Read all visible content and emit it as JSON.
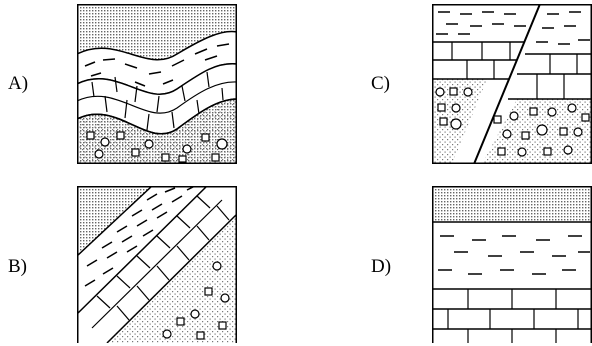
{
  "options": [
    {
      "letter": "A)",
      "description_icon": "folded-strata-syncline"
    },
    {
      "letter": "B)",
      "description_icon": "tilted-strata"
    },
    {
      "letter": "C)",
      "description_icon": "faulted-strata"
    },
    {
      "letter": "D)",
      "description_icon": "horizontal-strata"
    }
  ],
  "colors": {
    "line": "#000000",
    "background": "#ffffff",
    "sand_dot": "#777777"
  }
}
